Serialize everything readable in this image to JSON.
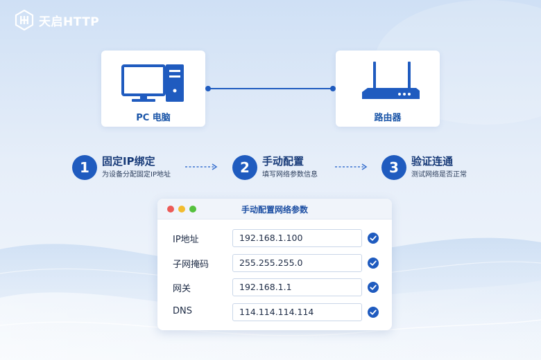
{
  "brand": {
    "name": "天启HTTP"
  },
  "devices": {
    "pc": {
      "label": "PC 电脑",
      "icon": "desktop-computer-icon"
    },
    "router": {
      "label": "路由器",
      "icon": "router-icon"
    }
  },
  "steps": [
    {
      "number": "1",
      "title": "固定IP绑定",
      "subtitle": "为设备分配固定IP地址"
    },
    {
      "number": "2",
      "title": "手动配置",
      "subtitle": "填写网络参数信息"
    },
    {
      "number": "3",
      "title": "验证连通",
      "subtitle": "测试网络是否正常"
    }
  ],
  "config": {
    "title": "手动配置网络参数",
    "fields": [
      {
        "label": "IP地址",
        "value": "192.168.1.100"
      },
      {
        "label": "子网掩码",
        "value": "255.255.255.0"
      },
      {
        "label": "网关",
        "value": "192.168.1.1"
      },
      {
        "label": "DNS",
        "value": "114.114.114.114"
      }
    ]
  },
  "colors": {
    "accent": "#1f5bbf",
    "title_text": "#173a78",
    "check": "#1f5bbf",
    "traffic_red": "#ec5b57",
    "traffic_yellow": "#f2bc2f",
    "traffic_green": "#55c13d"
  }
}
